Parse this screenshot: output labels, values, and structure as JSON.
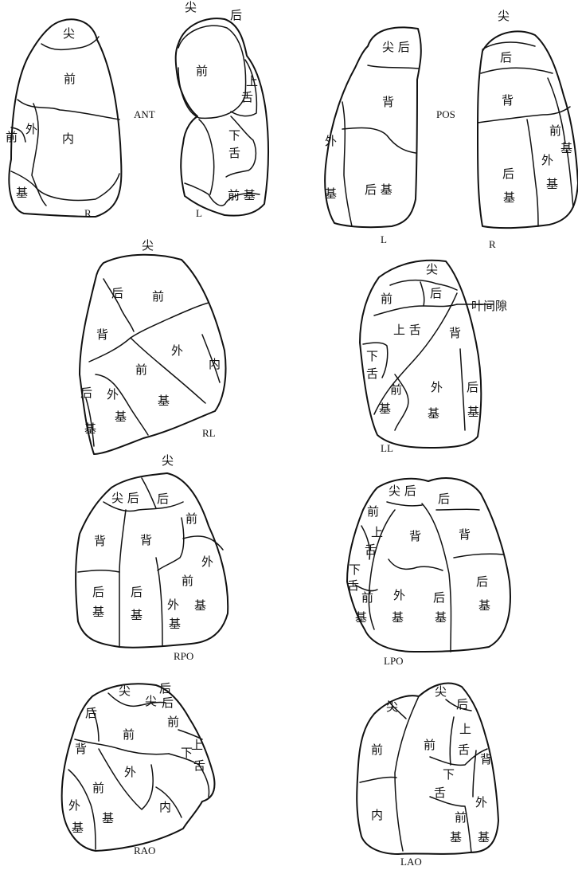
{
  "seg": {
    "apex": "尖",
    "post": "后",
    "ant": "前",
    "lat": "外",
    "med": "内",
    "base": "基",
    "sup_line1": "上",
    "sup_line2": "舌",
    "inf_line1": "下",
    "inf_line2": "舌",
    "dors": "背",
    "apex_post": "尖 后",
    "ant_base": "前 基",
    "post_base": "后 基",
    "upper_lingula": "上 舌",
    "interlobar_fissure": "叶间隙"
  },
  "views": {
    "ant": "ANT",
    "pos": "POS",
    "r": "R",
    "l": "L",
    "rl": "RL",
    "ll": "LL",
    "rpo": "RPO",
    "lpo": "LPO",
    "rao": "RAO",
    "lao": "LAO"
  }
}
